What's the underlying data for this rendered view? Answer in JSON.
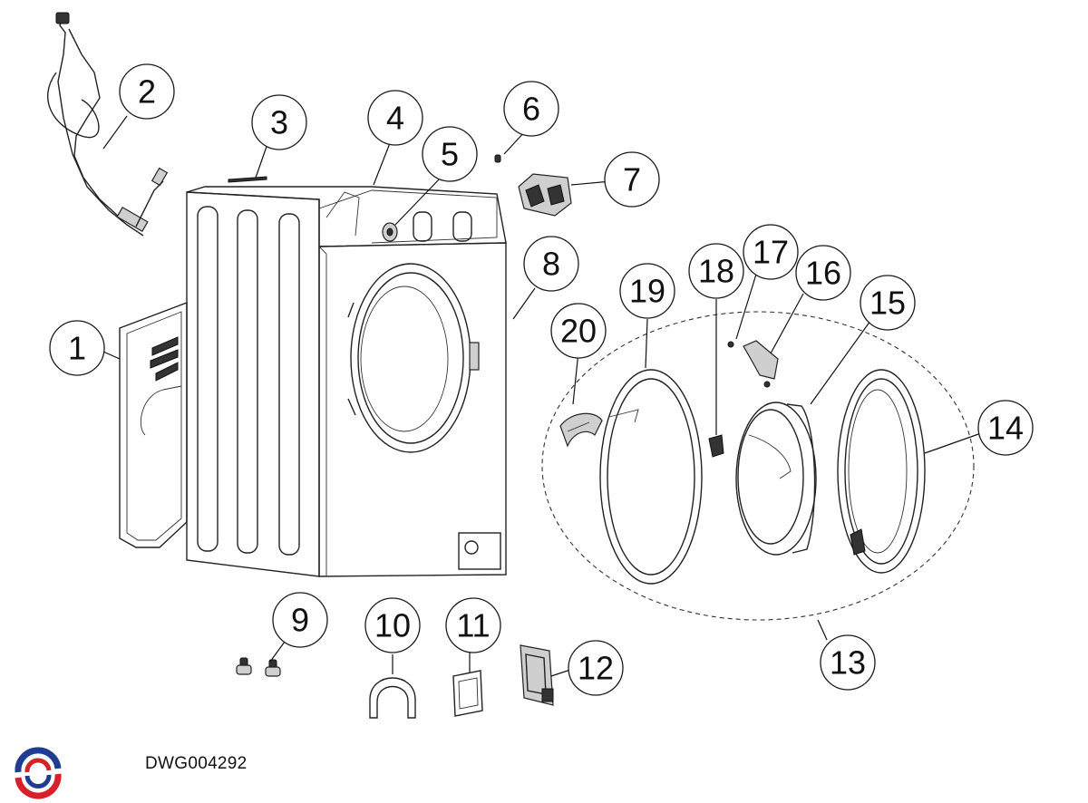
{
  "drawing_code": "DWG004292",
  "callouts": [
    {
      "label": "1",
      "part": "back-panel"
    },
    {
      "label": "2",
      "part": "power-cable"
    },
    {
      "label": "3",
      "part": "screw"
    },
    {
      "label": "4",
      "part": "top-frame"
    },
    {
      "label": "5",
      "part": "grommet"
    },
    {
      "label": "6",
      "part": "small-screw"
    },
    {
      "label": "7",
      "part": "door-lock"
    },
    {
      "label": "8",
      "part": "cabinet"
    },
    {
      "label": "9",
      "part": "feet"
    },
    {
      "label": "10",
      "part": "hose-guide"
    },
    {
      "label": "11",
      "part": "filter-cover"
    },
    {
      "label": "12",
      "part": "pump-bracket"
    },
    {
      "label": "13",
      "part": "door-assembly"
    },
    {
      "label": "14",
      "part": "door-outer-frame"
    },
    {
      "label": "15",
      "part": "door-glass"
    },
    {
      "label": "16",
      "part": "hinge"
    },
    {
      "label": "17",
      "part": "hinge-screw"
    },
    {
      "label": "18",
      "part": "door-hook"
    },
    {
      "label": "19",
      "part": "door-inner-frame"
    },
    {
      "label": "20",
      "part": "door-handle"
    }
  ],
  "colors": {
    "line": "#222222",
    "logo_red": "#d6202a",
    "logo_blue": "#1f3c93"
  }
}
